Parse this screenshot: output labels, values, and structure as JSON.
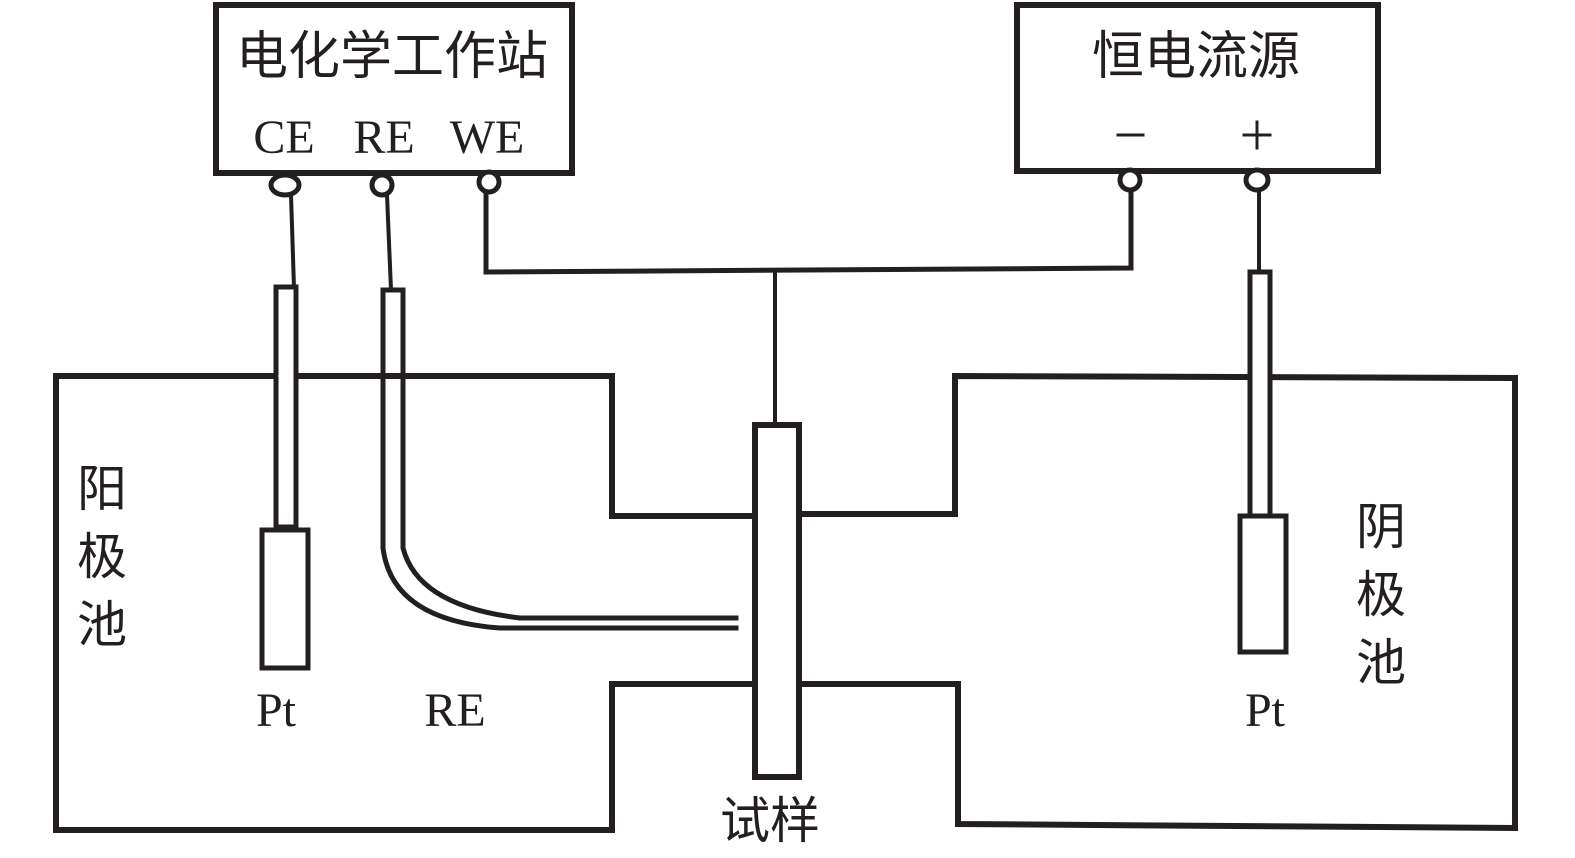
{
  "diagram": {
    "title": "Electrochemical hydrogen permeation (Devanathan-Stachurski) double-cell setup",
    "colors": {
      "line": "#231f20",
      "background": "#ffffff"
    },
    "workstation": {
      "label": "电化学工作站",
      "terminals": [
        {
          "id": "CE",
          "label": "CE"
        },
        {
          "id": "RE",
          "label": "RE"
        },
        {
          "id": "WE",
          "label": "WE"
        }
      ]
    },
    "galvanostat": {
      "label": "恒电流源",
      "terminals": [
        {
          "id": "neg",
          "label": "－"
        },
        {
          "id": "pos",
          "label": "＋"
        }
      ]
    },
    "anode_cell": {
      "label": "阳极池",
      "label_chars": [
        "阳",
        "极",
        "池"
      ],
      "electrodes": [
        {
          "id": "pt-anode",
          "label": "Pt"
        },
        {
          "id": "reference",
          "label": "RE"
        }
      ]
    },
    "cathode_cell": {
      "label": "阴极池",
      "label_chars": [
        "阴",
        "极",
        "池"
      ],
      "electrodes": [
        {
          "id": "pt-cathode",
          "label": "Pt"
        }
      ]
    },
    "specimen": {
      "label": "试样"
    },
    "connections": [
      {
        "from": "workstation.CE",
        "to": "anode_cell.pt-anode"
      },
      {
        "from": "workstation.RE",
        "to": "anode_cell.reference"
      },
      {
        "from": "workstation.WE",
        "to": "specimen"
      },
      {
        "from": "galvanostat.neg",
        "to": "specimen"
      },
      {
        "from": "galvanostat.pos",
        "to": "cathode_cell.pt-cathode"
      }
    ]
  }
}
